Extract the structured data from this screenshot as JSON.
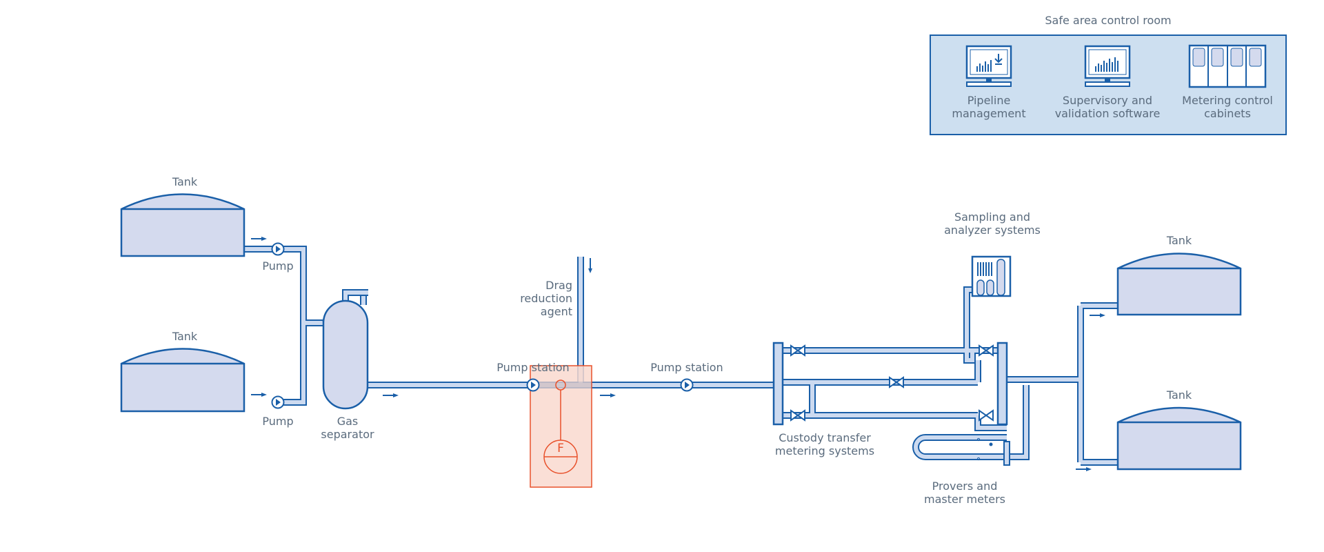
{
  "control_room": {
    "title": "Safe area control room",
    "items": [
      "Pipeline\nmanagement",
      "Supervisory and\nvalidation software",
      "Metering control\ncabinets"
    ]
  },
  "labels": {
    "tank_upper_left": "Tank",
    "tank_lower_left": "Tank",
    "pump_upper": "Pump",
    "pump_lower": "Pump",
    "gas_separator": "Gas\nseparator",
    "drag_reduction_agent": "Drag\nreduction\nagent",
    "pump_station_1": "Pump station",
    "pump_station_2": "Pump station",
    "flow_meter_symbol": "F",
    "sampling": "Sampling and\nanalyzer systems",
    "custody_transfer": "Custody transfer\nmetering systems",
    "provers": "Provers and\nmaster meters",
    "tank_upper_right": "Tank",
    "tank_lower_right": "Tank"
  },
  "colors": {
    "line": "#1a5fa8",
    "pipe_fill": "#ccdaf0",
    "tank_fill": "#d4daee",
    "panel_fill": "#cddff0",
    "highlight_fill": "#f9d9cf",
    "highlight_line": "#e8502a",
    "label_text": "#5a6b7d"
  }
}
